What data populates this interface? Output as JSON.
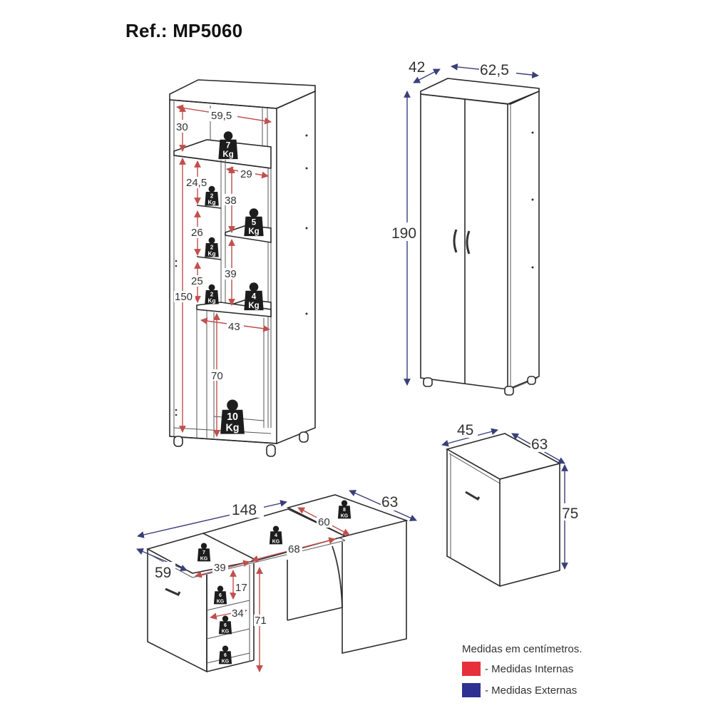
{
  "header": {
    "title": "Ref.: MP5060"
  },
  "units_note": "Medidas em centímetros.",
  "legend": [
    {
      "label": "- Medidas Internas",
      "color": "#e8303a"
    },
    {
      "label": "- Medidas Externas",
      "color": "#2e3192"
    }
  ],
  "colors": {
    "internal": "#c0504d",
    "external": "#3a3f7a",
    "line": "#2b2b2b"
  },
  "wardrobe_open": {
    "internal_dims": {
      "top_width": "59,5",
      "top_height": "30",
      "right_col_width": "29",
      "left_shelf_1": "24,5",
      "left_shelf_2": "26",
      "left_shelf_3": "25",
      "right_shelf_1": "38",
      "right_shelf_2": "39",
      "total_left_height": "150",
      "bottom_width": "43",
      "bottom_height": "70"
    },
    "loads": {
      "top": {
        "value": "7",
        "unit": "Kg"
      },
      "left_1": {
        "value": "2",
        "unit": "Kg"
      },
      "left_2": {
        "value": "2",
        "unit": "Kg"
      },
      "left_3": {
        "value": "2",
        "unit": "Kg"
      },
      "right_1": {
        "value": "5",
        "unit": "Kg"
      },
      "right_2": {
        "value": "4",
        "unit": "Kg"
      },
      "bottom": {
        "value": "10",
        "unit": "Kg"
      }
    }
  },
  "wardrobe_closed": {
    "external_dims": {
      "depth": "42",
      "width": "62,5",
      "height": "190"
    }
  },
  "cabinet": {
    "external_dims": {
      "width": "45",
      "depth": "63",
      "height": "75"
    }
  },
  "desk": {
    "external_dims": {
      "length": "148",
      "depth_right": "63",
      "depth_left": "59"
    },
    "internal_dims": {
      "shelf_depth": "60",
      "center_width": "68",
      "left_width": "39",
      "niche_height": "17",
      "niche_width": "34",
      "height": "71"
    },
    "loads": {
      "top_right": {
        "value": "8",
        "unit": "KG"
      },
      "top_center": {
        "value": "4",
        "unit": "KG"
      },
      "top_left": {
        "value": "7",
        "unit": "KG"
      },
      "niche_1": {
        "value": "6",
        "unit": "KG"
      },
      "niche_2": {
        "value": "6",
        "unit": "KG"
      },
      "niche_3": {
        "value": "6",
        "unit": "KG"
      }
    }
  }
}
